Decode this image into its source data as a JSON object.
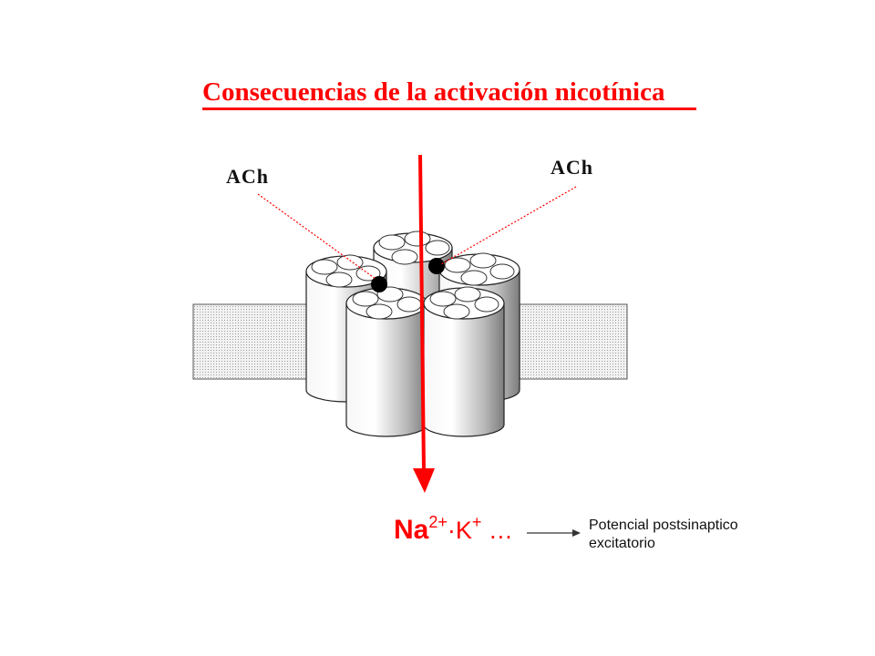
{
  "title": "Consecuencias de la activación nicotínica",
  "labels": {
    "ach_left": "ACh",
    "ach_right": "ACh"
  },
  "ions": {
    "na": "Na",
    "na_sup": "2+",
    "sep": "·",
    "k": "K",
    "k_sup": "+",
    "ellipsis": " …"
  },
  "outcome": {
    "line1": "Potencial postsinaptico",
    "line2": "excitatorio"
  },
  "colors": {
    "accent": "#ff0000",
    "text": "#111111",
    "membrane": "#e6e6e6"
  }
}
